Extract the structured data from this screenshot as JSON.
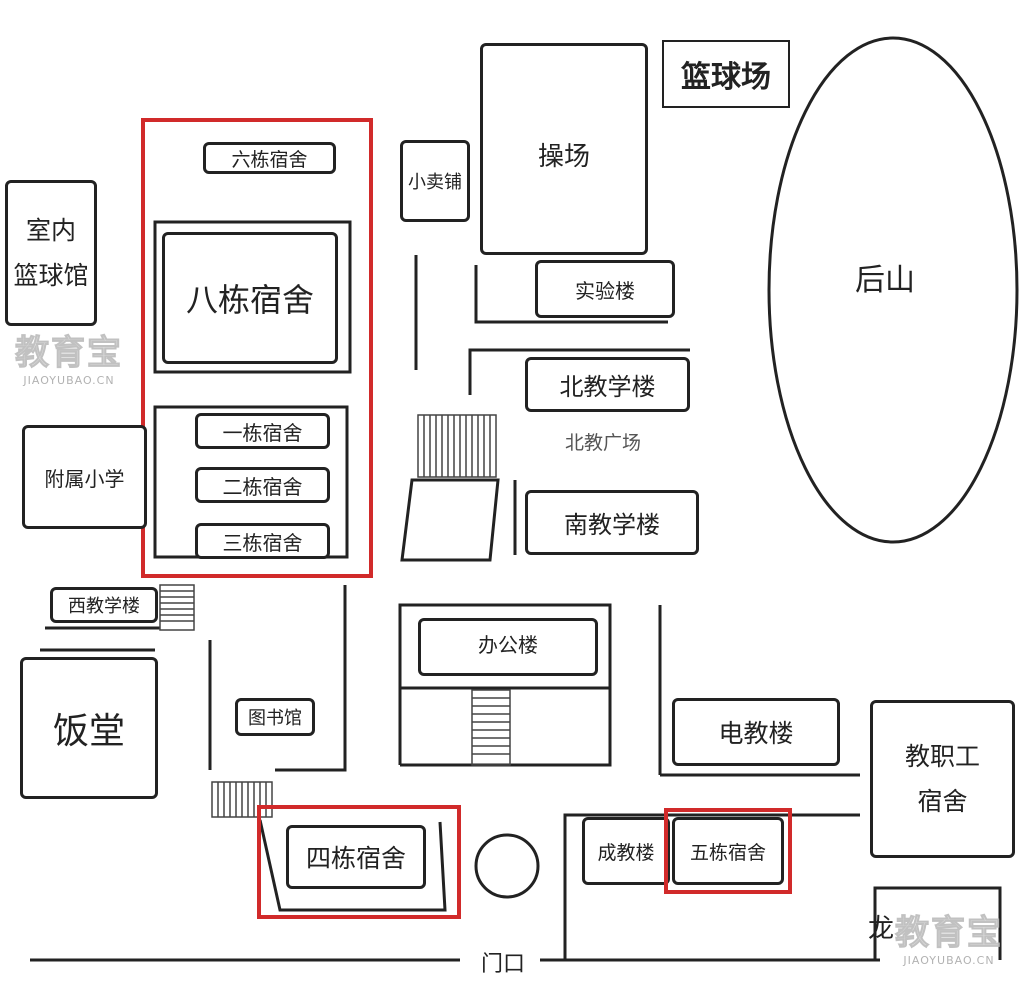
{
  "buildings": {
    "basketball_court": "篮球场",
    "hill": "后山",
    "playground": "操场",
    "shop": "小卖铺",
    "lab": "实验楼",
    "north_teaching": "北教学楼",
    "north_plaza": "北教广场",
    "south_teaching": "南教学楼",
    "dorm6": "六栋宿舍",
    "dorm8": "八栋宿舍",
    "dorm1": "一栋宿舍",
    "dorm2": "二栋宿舍",
    "dorm3": "三栋宿舍",
    "indoor_gym": "室内\n篮球馆",
    "primary_school": "附属小学",
    "west_teaching": "西教学楼",
    "canteen": "饭堂",
    "library": "图书馆",
    "office": "办公楼",
    "av_building": "电教楼",
    "staff_dorm": "教职工\n宿舍",
    "dorm4": "四栋宿舍",
    "adult_edu": "成教楼",
    "dorm5": "五栋宿舍",
    "gate": "门口",
    "longmen": "龙"
  },
  "watermark": {
    "text": "教育宝",
    "url": "JIAOYUBAO.CN"
  },
  "colors": {
    "highlight": "#d12a2a",
    "line": "#222222"
  }
}
